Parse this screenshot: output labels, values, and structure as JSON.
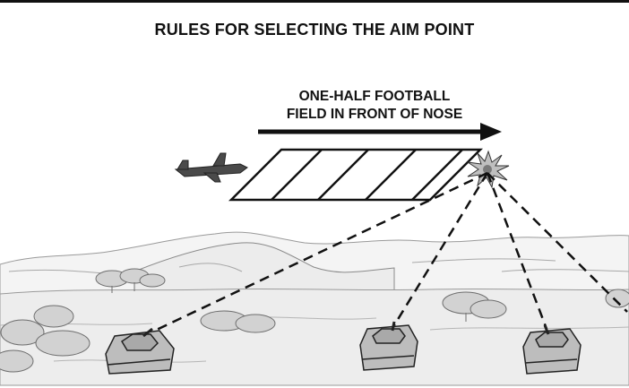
{
  "diagram": {
    "title": "RULES FOR SELECTING THE AIM POINT",
    "aim_label_line1": "ONE-HALF FOOTBALL",
    "aim_label_line2": "FIELD IN FRONT OF NOSE"
  },
  "icons": {
    "aircraft": "aircraft-icon",
    "burst": "burst-icon",
    "vehicle": "tank-icon"
  },
  "colors": {
    "ink": "#111111",
    "ground": "#e6e6e6",
    "hills": "#f2f2f2",
    "trees": "#cfcfcf",
    "vehicle": "#bdbdbd"
  }
}
